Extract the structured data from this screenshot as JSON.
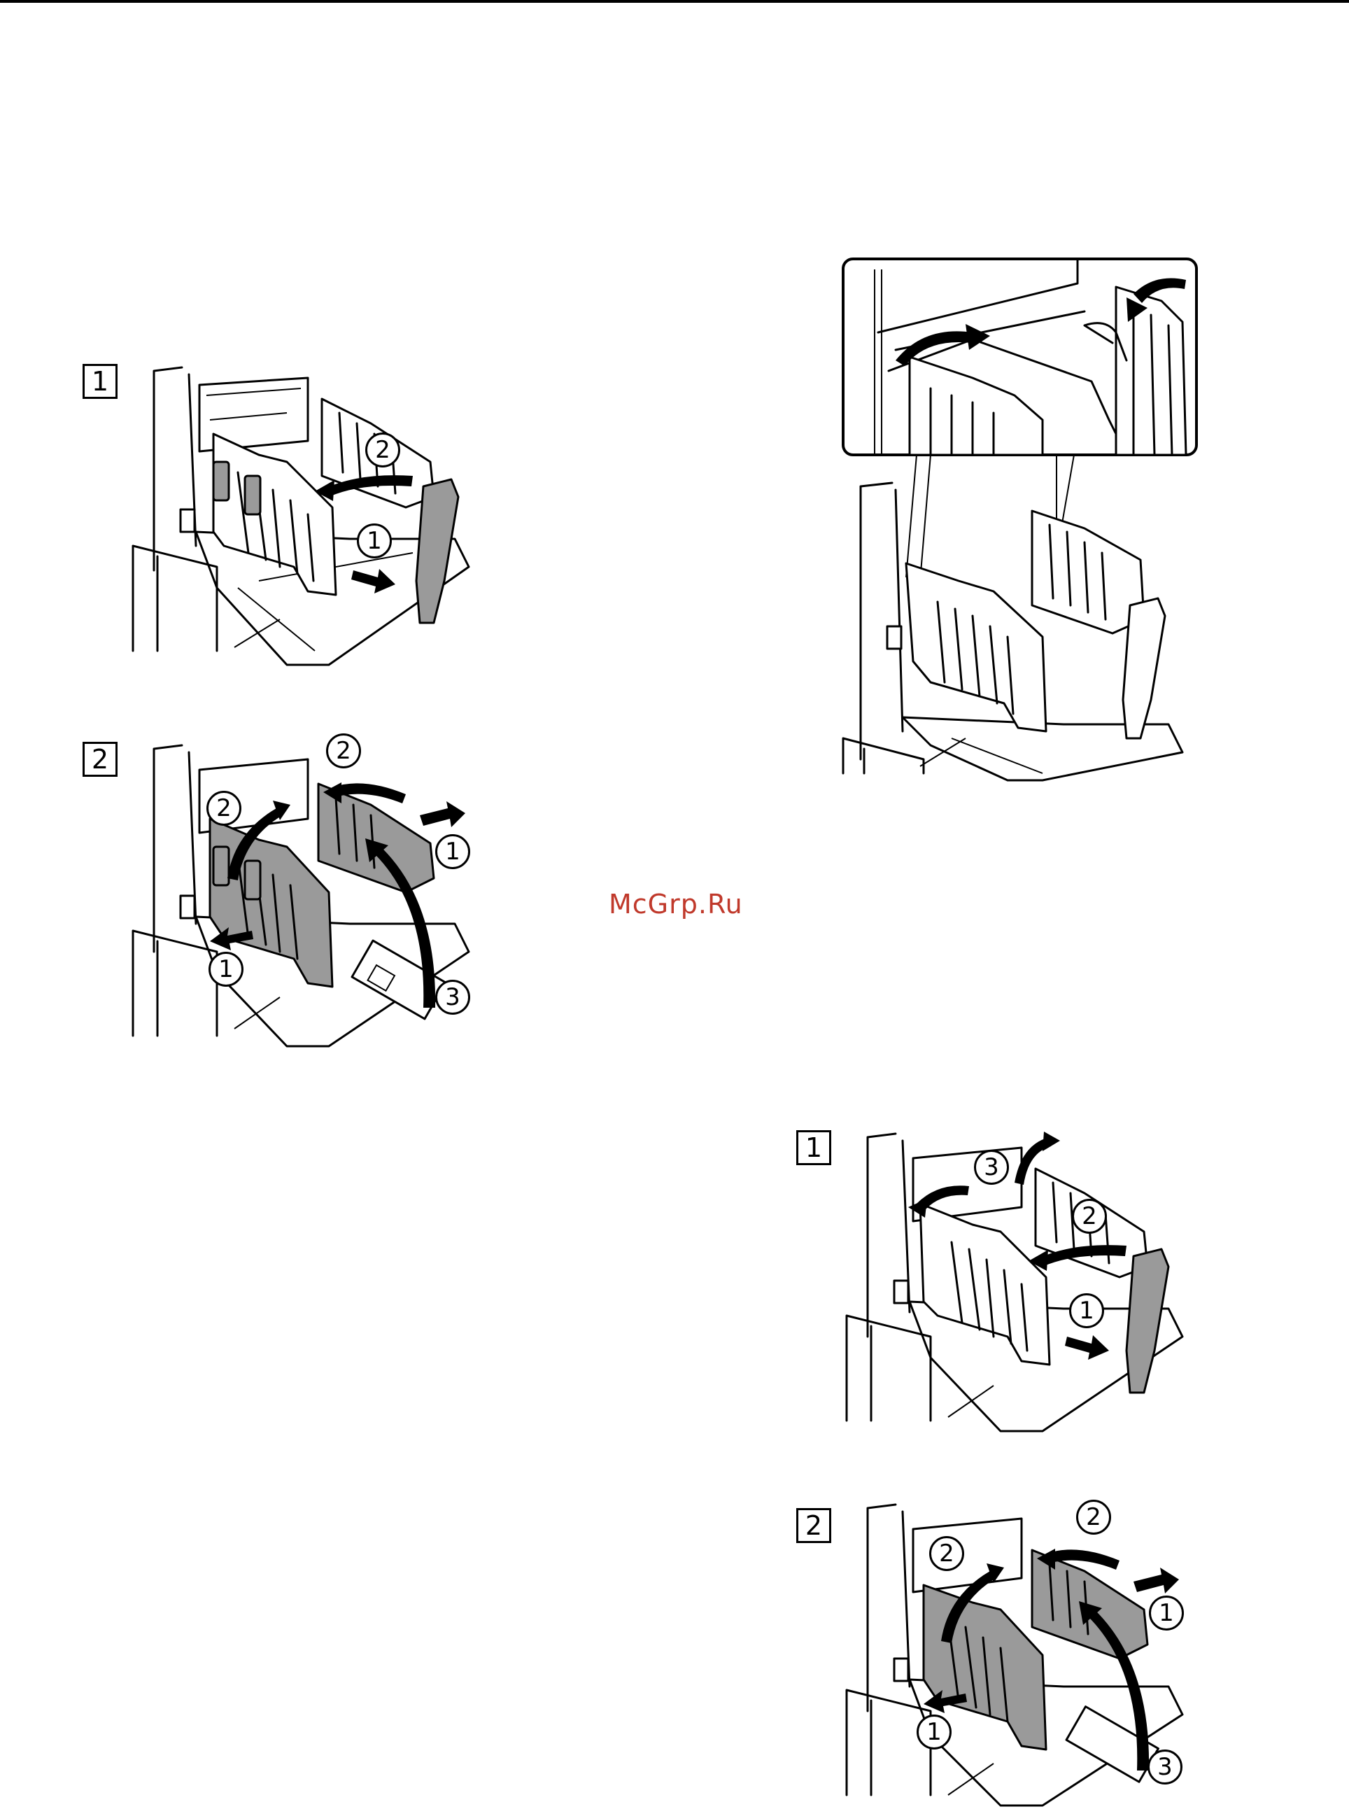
{
  "page": {
    "watermark": "McGrp.Ru"
  },
  "figures": [
    {
      "id": "left-step-1",
      "step": "1",
      "callouts": [
        "1",
        "2"
      ]
    },
    {
      "id": "left-step-2",
      "step": "2",
      "callouts": [
        "1",
        "1",
        "2",
        "2",
        "3"
      ]
    },
    {
      "id": "right-detail"
    },
    {
      "id": "right-step-1",
      "step": "1",
      "callouts": [
        "1",
        "2",
        "3"
      ]
    },
    {
      "id": "right-step-2",
      "step": "2",
      "callouts": [
        "1",
        "1",
        "2",
        "2",
        "3"
      ]
    }
  ]
}
